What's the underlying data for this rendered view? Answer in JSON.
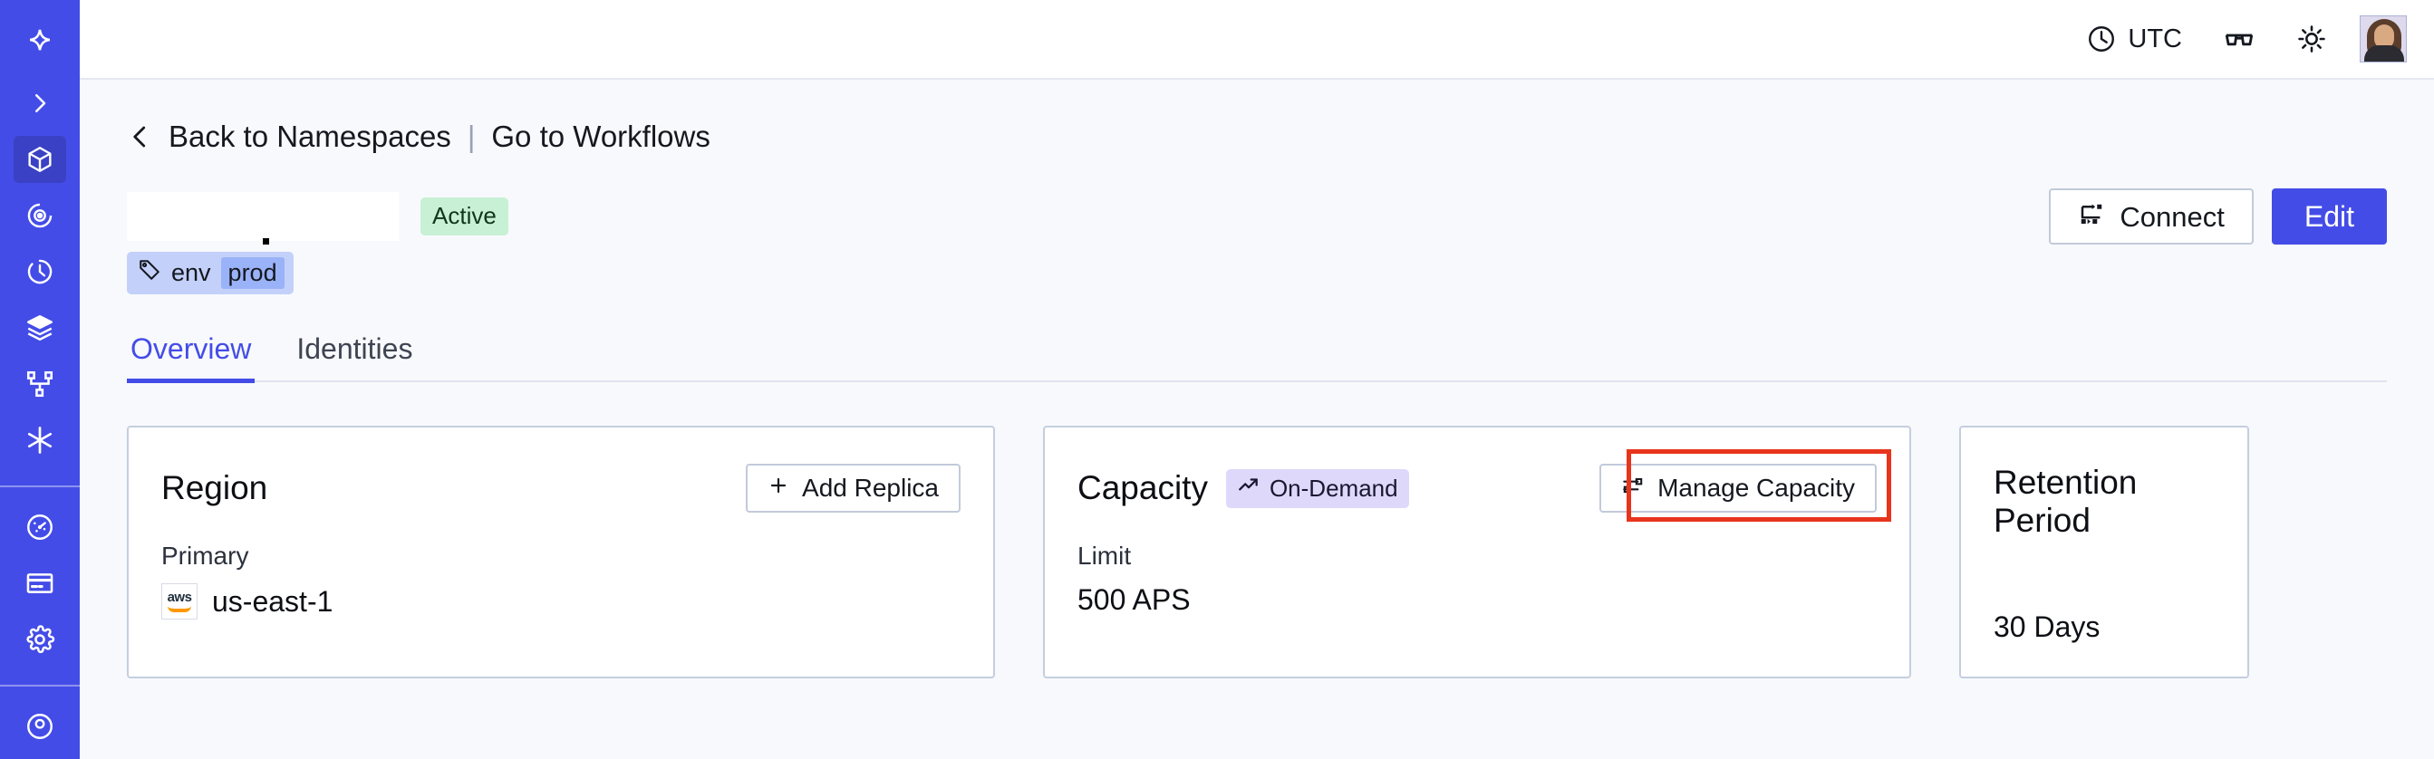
{
  "sidebar": {
    "logo_icon": "temporal-star-logo",
    "expand_icon": "chevron-right-icon",
    "items": [
      {
        "icon": "cube-icon",
        "name": "namespaces",
        "active": true
      },
      {
        "icon": "eye-spiral-icon",
        "name": "observability",
        "active": false
      },
      {
        "icon": "timer-icon",
        "name": "schedules",
        "active": false
      },
      {
        "icon": "layers-icon",
        "name": "batch-operations",
        "active": false
      },
      {
        "icon": "git-branch-icon",
        "name": "workflows",
        "active": false
      },
      {
        "icon": "asterisk-icon",
        "name": "nexus",
        "active": false
      }
    ],
    "bottom_items": [
      {
        "icon": "gauge-icon",
        "name": "usage",
        "active": false
      },
      {
        "icon": "credit-card-icon",
        "name": "billing",
        "active": false
      },
      {
        "icon": "gear-icon",
        "name": "settings",
        "active": false
      }
    ]
  },
  "topbar": {
    "timezone_label": "UTC",
    "clock_icon": "clock-icon",
    "glasses_icon": "glasses-icon",
    "theme_icon": "sun-icon",
    "avatar_label": "user-avatar"
  },
  "breadcrumb": {
    "back_icon": "chevron-left-icon",
    "back_label": "Back to Namespaces",
    "separator": "|",
    "forward_label": "Go to Workflows"
  },
  "header": {
    "namespace_title": "",
    "status_badge": "Active",
    "connect_label": "Connect",
    "connect_icon": "connection-flow-icon",
    "edit_label": "Edit"
  },
  "tag": {
    "icon": "tag-icon",
    "key": "env",
    "value": "prod"
  },
  "tabs": [
    {
      "label": "Overview",
      "active": true
    },
    {
      "label": "Identities",
      "active": false
    }
  ],
  "cards": {
    "region": {
      "title": "Region",
      "button_label": "Add Replica",
      "button_icon": "plus-icon",
      "sublabel": "Primary",
      "provider_icon": "aws-logo",
      "value": "us-east-1"
    },
    "capacity": {
      "title": "Capacity",
      "badge_label": "On-Demand",
      "badge_icon": "trending-up-icon",
      "button_label": "Manage Capacity",
      "button_icon": "sliders-icon",
      "sublabel": "Limit",
      "value": "500 APS",
      "highlight_color": "#e8341c"
    },
    "retention": {
      "title": "Retention Period",
      "value": "30 Days"
    }
  },
  "colors": {
    "brand": "#444ce7",
    "page_bg": "#f8f9fc",
    "card_border": "#c5cee0",
    "active_badge_bg": "#c8f0d4",
    "ondemand_badge_bg": "#ded8fb",
    "tag_bg": "#c3d1fa",
    "annotation": "#e8341c"
  }
}
